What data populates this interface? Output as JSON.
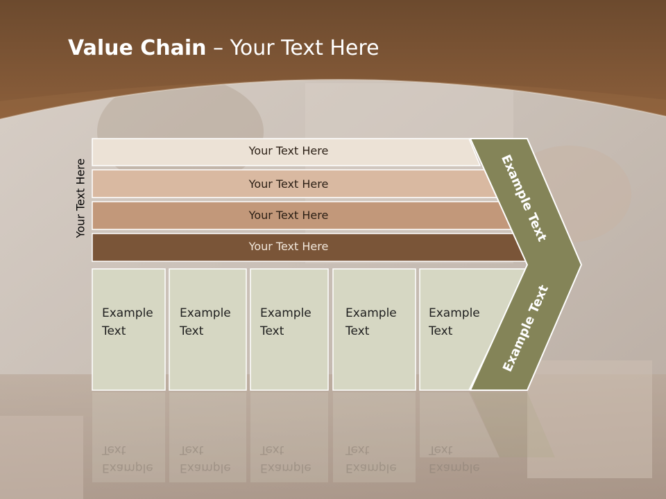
{
  "slide": {
    "title_bold": "Value Chain",
    "title_rest": " – Your Text Here",
    "side_label": "Your Text Here",
    "bars": [
      {
        "label": "Your Text Here"
      },
      {
        "label": "Your Text Here"
      },
      {
        "label": "Your Text Here"
      },
      {
        "label": "Your Text Here"
      }
    ],
    "boxes": [
      {
        "line1": "Example",
        "line2": "Text"
      },
      {
        "line1": "Example",
        "line2": "Text"
      },
      {
        "line1": "Example",
        "line2": "Text"
      },
      {
        "line1": "Example",
        "line2": "Text"
      },
      {
        "line1": "Example",
        "line2": "Text"
      }
    ],
    "chevron_top": "Example Text",
    "chevron_bottom": "Example Text"
  },
  "colors": {
    "header_brown": "#7a5232",
    "bar1": "#ece2d6",
    "bar2": "#d9b9a1",
    "bar3": "#c2987a",
    "bar4": "#7a5538",
    "box": "#d6d7c3",
    "chevron": "#848458"
  }
}
